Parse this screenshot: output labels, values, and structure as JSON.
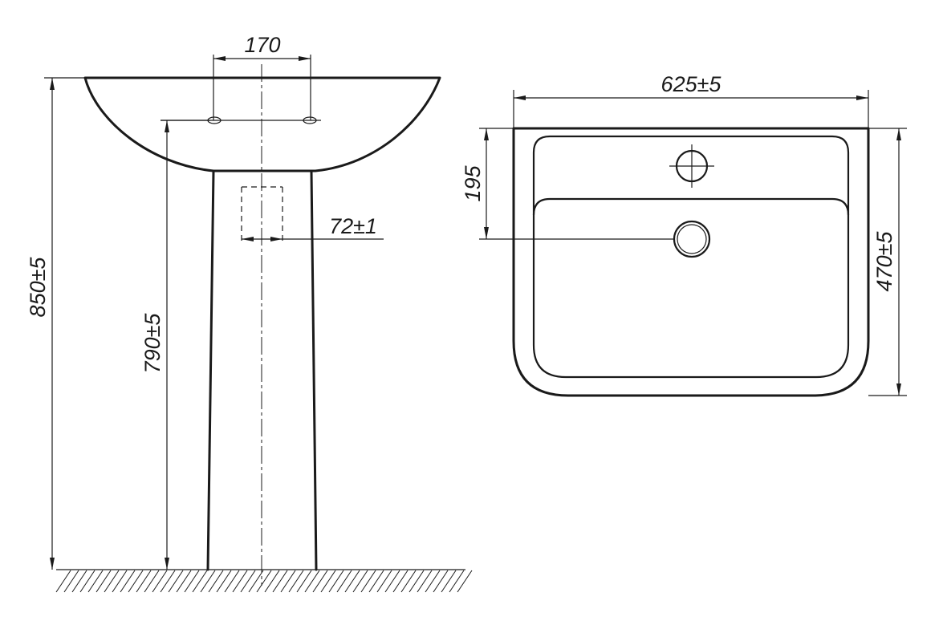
{
  "dimensions": {
    "tap_hole_spacing": "170",
    "drain_diameter": "72±1",
    "overall_height": "850±5",
    "pedestal_height": "790±5",
    "basin_width": "625±5",
    "drain_offset": "195",
    "basin_depth": "470±5"
  }
}
